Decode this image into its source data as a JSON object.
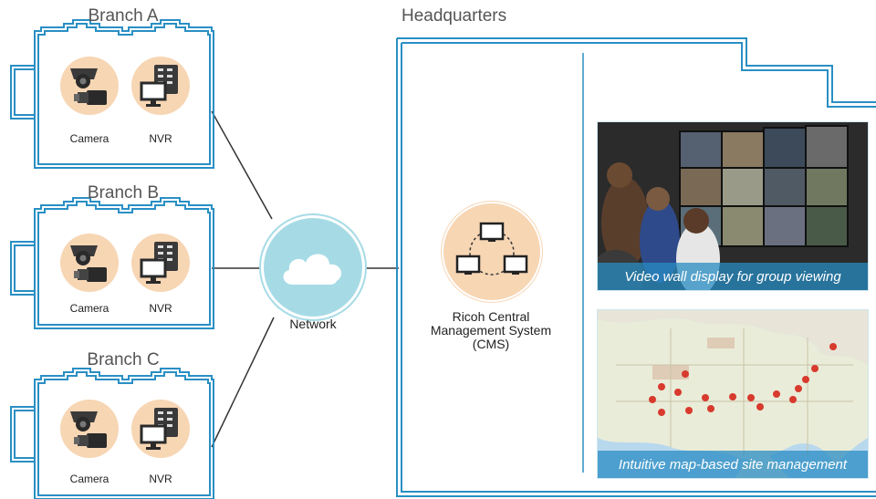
{
  "branches": [
    {
      "title": "Branch A",
      "camera_label": "Camera",
      "nvr_label": "NVR"
    },
    {
      "title": "Branch B",
      "camera_label": "Camera",
      "nvr_label": "NVR"
    },
    {
      "title": "Branch C",
      "camera_label": "Camera",
      "nvr_label": "NVR"
    }
  ],
  "network": {
    "label": "Network"
  },
  "hq": {
    "title": "Headquarters",
    "cms_label_line1": "Ricoh Central",
    "cms_label_line2": "Management System",
    "cms_label_line3": "(CMS)"
  },
  "photos": {
    "video_wall_caption": "Video wall display for group viewing",
    "map_caption": "Intuitive map-based site management"
  },
  "colors": {
    "frame_blue": "#2a8fc4",
    "peach": "#f7d6b4",
    "cloud": "#a6dbe6"
  }
}
